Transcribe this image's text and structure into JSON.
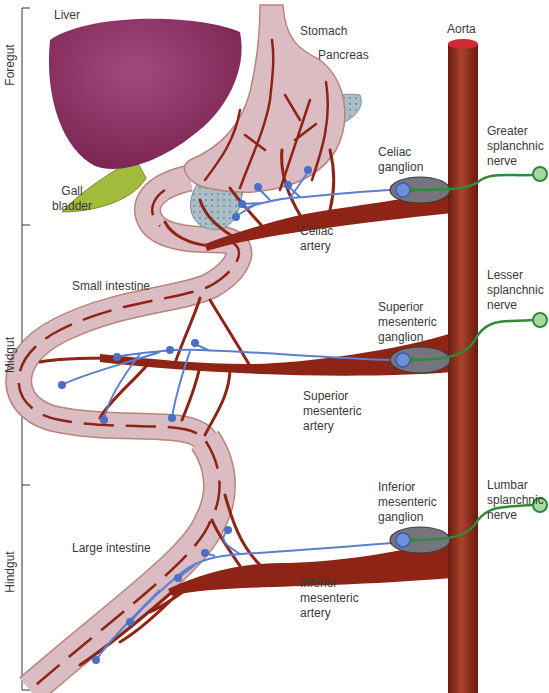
{
  "diagram": {
    "nodes": [
      {
        "text": [
          "Celiac ganglion"
        ]
      },
      {
        "text": [
          "Superior mesenteric ganglion"
        ]
      },
      {
        "text": [
          "Inferior mesenteric ganglion"
        ]
      }
    ],
    "labels": [
      "Foregut",
      "Midgut",
      "Hindgut",
      "Liver",
      "Stomach",
      "Pancreas",
      "Gall bladder",
      "Aorta",
      "Greater splanchnic nerve",
      "Celiac artery",
      "Small intestine",
      "Lesser splanchnic nerve",
      "Superior mesenteric artery",
      "Large intestine",
      "Lumbar splanchnic nerve",
      "Inferior mesenteric artery"
    ]
  }
}
